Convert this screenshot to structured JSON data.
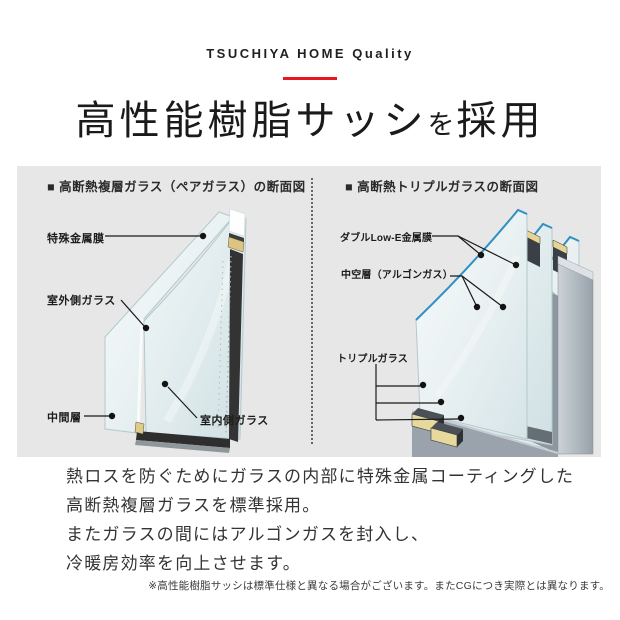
{
  "brand": {
    "text": "TSUCHIYA HOME Quality"
  },
  "title": {
    "prefix": "高性能樹脂サッシ",
    "particle": "を",
    "suffix": "採用"
  },
  "diagrams": {
    "left": {
      "bullet": "■",
      "caption": "高断熱複層ガラス（ペアガラス）の断面図",
      "labels": {
        "metal_film": "特殊金属膜",
        "outdoor_glass": "室外側ガラス",
        "middle_layer": "中間層",
        "indoor_glass": "室内側ガラス"
      }
    },
    "right": {
      "bullet": "■",
      "caption": "高断熱トリプルガラスの断面図",
      "labels": {
        "double_lowe_film": "ダブルLow-E金属膜",
        "hollow_layer": "中空層（アルゴンガス）",
        "triple_glass": "トリプルガラス"
      }
    }
  },
  "body": {
    "line1": "熱ロスを防ぐためにガラスの内部に特殊金属コーティングした",
    "line2": "高断熱複層ガラスを標準採用。",
    "line3": "またガラスの間にはアルゴンガスを封入し、",
    "line4": "冷暖房効率を向上させます。"
  },
  "footnote": "※高性能樹脂サッシは標準仕様と異なる場合がございます。またCGにつき実際とは異なります。",
  "colors": {
    "accent_red": "#e8161e",
    "panel_bg": "#e7e7e7",
    "glass_blue_edge": "#2e90c3",
    "text": "#1a1a1a"
  }
}
